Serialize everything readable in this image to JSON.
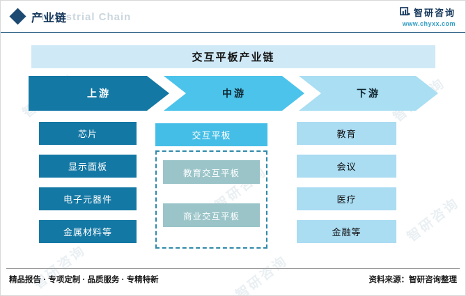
{
  "header": {
    "title": "产业链",
    "watermark_en": "Industrial Chain",
    "brand": "智研咨询",
    "website": "www.chyxx.com"
  },
  "chart": {
    "title": "交互平板产业链",
    "stages": {
      "upstream": {
        "label": "上游",
        "items": [
          "芯片",
          "显示面板",
          "电子元器件",
          "金属材料等"
        ]
      },
      "midstream": {
        "label": "中游",
        "primary": "交互平板",
        "sub_items": [
          "教育交互平板",
          "商业交互平板"
        ]
      },
      "downstream": {
        "label": "下游",
        "items": [
          "教育",
          "会议",
          "医疗",
          "金融等"
        ]
      }
    }
  },
  "footer": {
    "slogan": "精品报告 · 专项定制 · 品质服务 · 专精特新",
    "source": "资料来源：智研咨询整理"
  },
  "watermark": {
    "text": "智研咨询"
  },
  "colors": {
    "upstream": "#1478a4",
    "midstream": "#4cc3ea",
    "midstream_primary": "#45bee7",
    "midstream_sub": "#9ac4c8",
    "downstream": "#a9def3",
    "banner_bg": "#cfe9f6",
    "brand_navy": "#15365a",
    "link_teal": "#2d9cc3"
  }
}
